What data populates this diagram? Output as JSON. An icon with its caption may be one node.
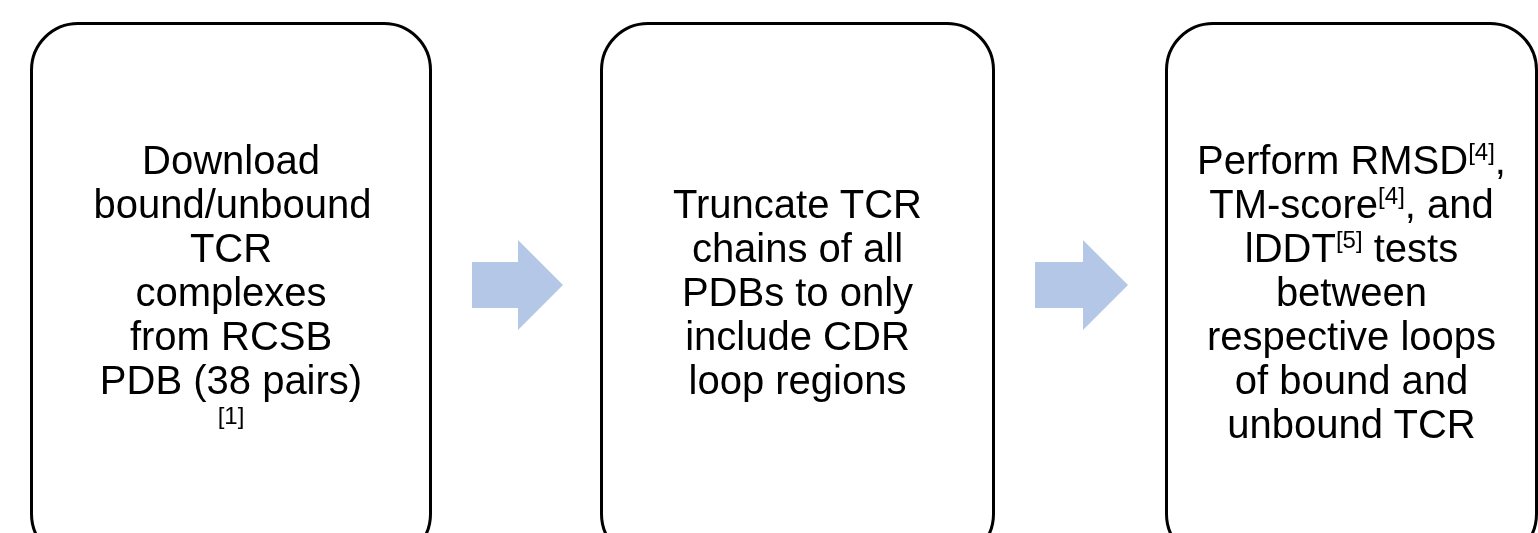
{
  "diagram": {
    "nodes": [
      {
        "text": [
          "Download bound/unbound TCR complexes from RCSB PDB (38 pairs)$^{[1]}$"
        ]
      },
      {
        "text": [
          "Truncate TCR chains of all PDBs to only include CDR loop regions"
        ]
      },
      {
        "text": [
          "Perform RMSD$^{[4]}$, TM-score$^{[4]}$, and lDDT$^{[5]}$ tests between respective loops of bound and unbound TCR"
        ]
      }
    ],
    "edges": [
      {
        "from": 0,
        "to": 1,
        "arrow": "to"
      },
      {
        "from": 1,
        "to": 2,
        "arrow": "to"
      }
    ]
  }
}
